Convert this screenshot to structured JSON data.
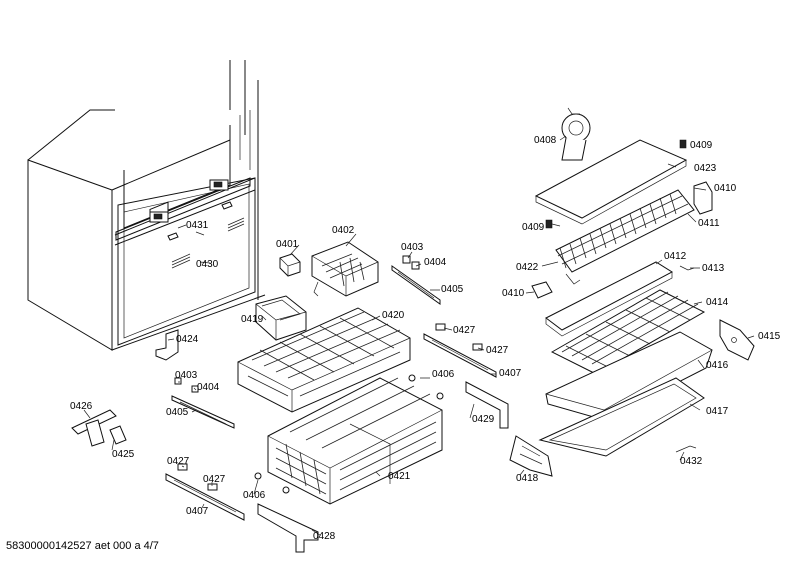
{
  "labels": {
    "p0401": "0401",
    "p0402": "0402",
    "p0403a": "0403",
    "p0404a": "0404",
    "p0405a": "0405",
    "p0403b": "0403",
    "p0404b": "0404",
    "p0405b": "0405",
    "p0406a": "0406",
    "p0406b": "0406",
    "p0407a": "0407",
    "p0407b": "0407",
    "p0408": "0408",
    "p0409a": "0409",
    "p0409b": "0409",
    "p0410a": "0410",
    "p0410b": "0410",
    "p0411": "0411",
    "p0412": "0412",
    "p0413": "0413",
    "p0414": "0414",
    "p0415": "0415",
    "p0416": "0416",
    "p0417": "0417",
    "p0418": "0418",
    "p0419": "0419",
    "p0420": "0420",
    "p0421": "0421",
    "p0422": "0422",
    "p0423": "0423",
    "p0424": "0424",
    "p0425": "0425",
    "p0426": "0426",
    "p0427a": "0427",
    "p0427b": "0427",
    "p0427c": "0427",
    "p0427d": "0427",
    "p0428": "0428",
    "p0429": "0429",
    "p0430": "0430",
    "p0431": "0431",
    "p0432": "0432"
  },
  "footer": "58300000142527 aet 000 a 4/7"
}
